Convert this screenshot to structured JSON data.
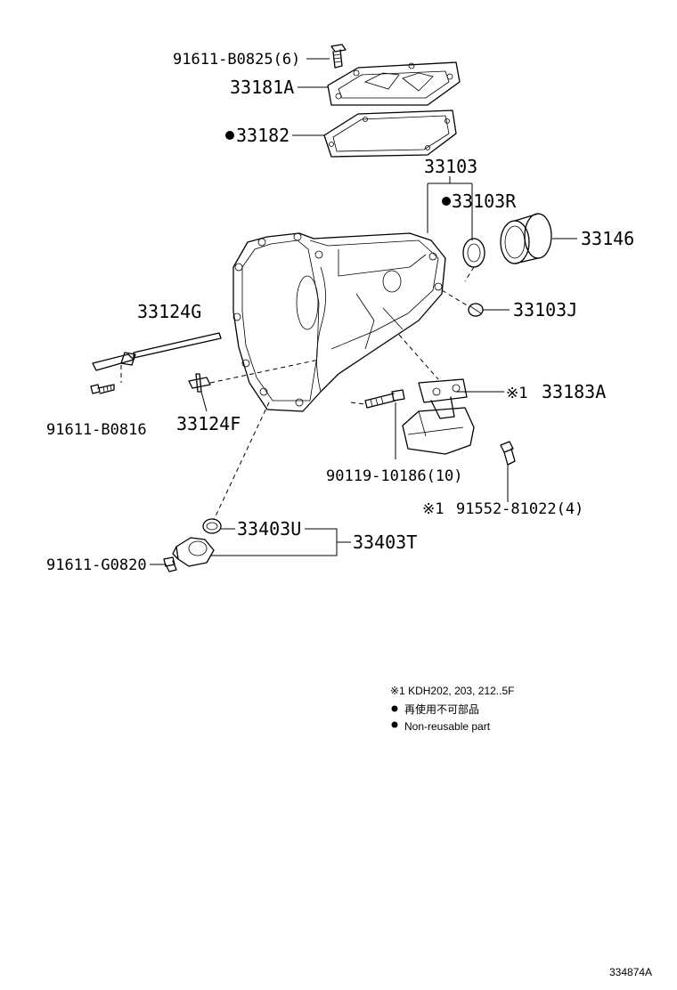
{
  "callouts": {
    "bolt_cover": "91611-B0825(6)",
    "cover": "33181A",
    "gasket": "33182",
    "case_assy": "33103",
    "oil_seal": "33103R",
    "bearing_race": "33146",
    "plug": "33103J",
    "lever_rod": "33124G",
    "bolt_rod": "91611-B0816",
    "lever_clip": "33124F",
    "mount_bracket": "33183A",
    "mount_bracket_mark": "※1",
    "bolt_case": "90119-10186(10)",
    "bolt_bracket": "91552-81022(4)",
    "bolt_bracket_mark": "※1",
    "o_ring": "33403U",
    "sensor_assy": "33403T",
    "bolt_sensor": "91611-G0820"
  },
  "legend": {
    "note1": "※1 KDH202, 203, 212..5F",
    "jp": "再使用不可部品",
    "en": "Non-reusable part"
  },
  "figure_id": "334874A"
}
